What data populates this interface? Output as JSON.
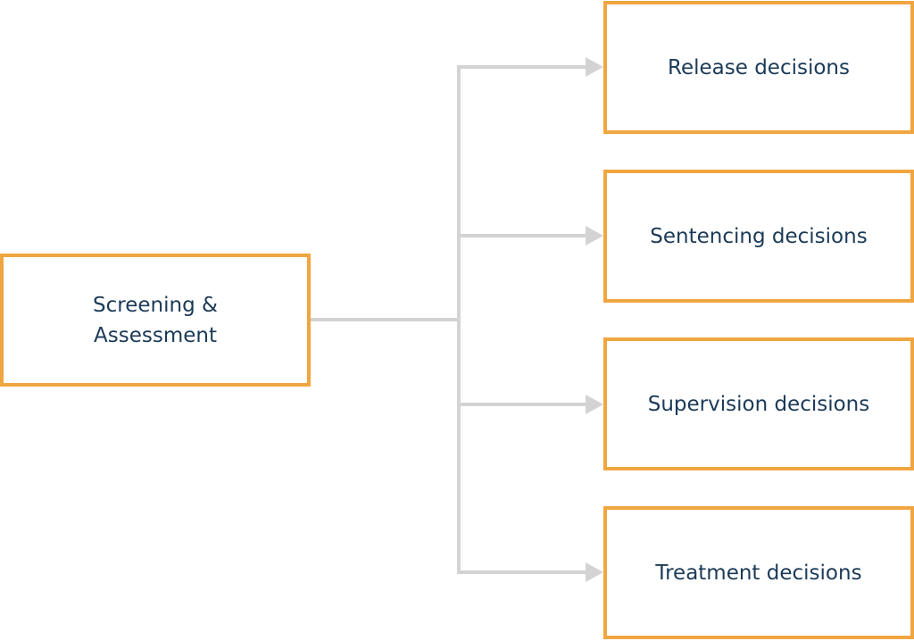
{
  "source": {
    "lines": [
      "Screening &",
      "Assessment"
    ]
  },
  "targets": [
    {
      "label": "Release decisions"
    },
    {
      "label": "Sentencing decisions"
    },
    {
      "label": "Supervision decisions"
    },
    {
      "label": "Treatment decisions"
    }
  ],
  "colors": {
    "box_border": "#f0a640",
    "connector": "#d3d3d3",
    "text": "#1b3a57"
  }
}
